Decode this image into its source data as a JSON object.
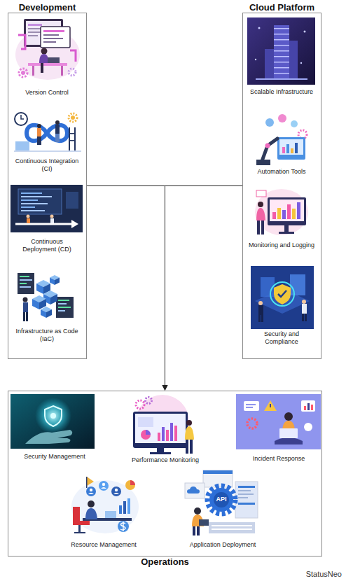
{
  "diagram": {
    "nodes": [
      {
        "text": [
          "Development"
        ]
      },
      {
        "text": [
          "Version Control"
        ],
        "in": 0
      },
      {
        "text": [
          "Continuous Integration (CI)"
        ],
        "in": 0
      },
      {
        "text": [
          "Continuous Deployment (CD)"
        ],
        "in": 0
      },
      {
        "text": [
          "Infrastructure as Code (IaC)"
        ],
        "in": 0
      },
      {
        "text": [
          "Cloud Platform"
        ]
      },
      {
        "text": [
          "Scalable Infrastructure"
        ],
        "in": 5
      },
      {
        "text": [
          "Automation Tools"
        ],
        "in": 5
      },
      {
        "text": [
          "Monitoring and Logging"
        ],
        "in": 5
      },
      {
        "text": [
          "Security and Compliance"
        ],
        "in": 5
      },
      {
        "text": [
          "Operations"
        ]
      },
      {
        "text": [
          "Security Management"
        ],
        "in": 10
      },
      {
        "text": [
          "Performance Monitoring"
        ],
        "in": 10
      },
      {
        "text": [
          "Incident Response"
        ],
        "in": 10
      },
      {
        "text": [
          "Resource Management"
        ],
        "in": 10
      },
      {
        "text": [
          "Application Deployment"
        ],
        "in": 10
      }
    ],
    "edges": [
      {
        "from": 0,
        "to": 10,
        "arrow": "to"
      },
      {
        "from": 5,
        "to": 10,
        "arrow": "to"
      }
    ],
    "labels": [
      "API",
      "StatusNeo"
    ]
  }
}
